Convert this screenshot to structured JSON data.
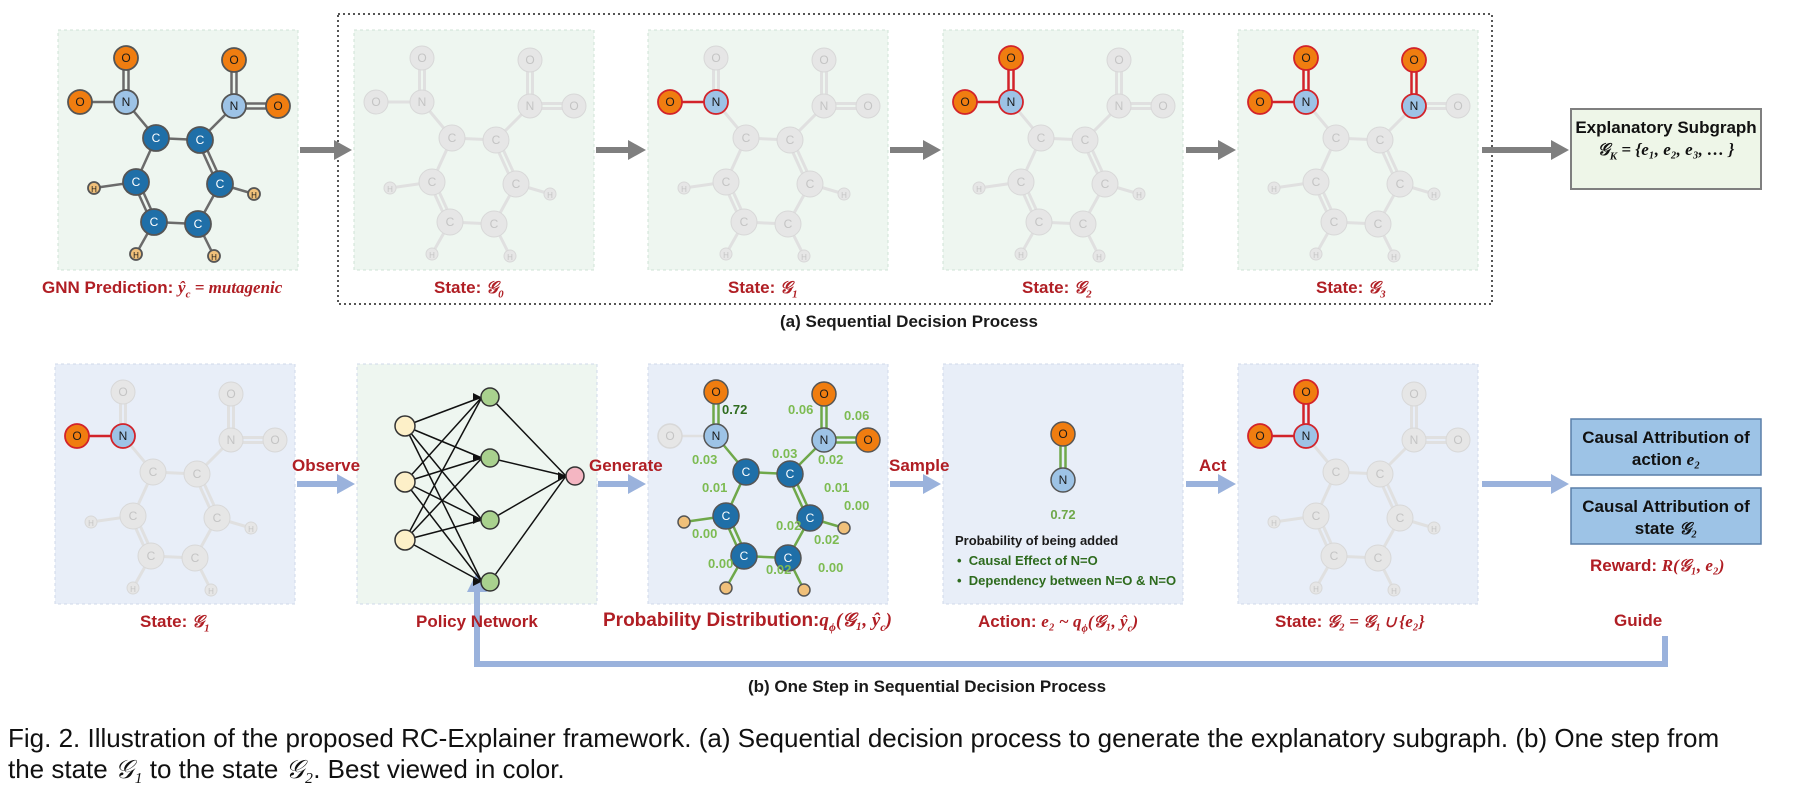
{
  "colors": {
    "oxygen": "#f07d10",
    "nitrogen": "#9dc3e6",
    "carbon": "#1f6fa8",
    "hydrogen": "#f0c07a",
    "faded": "#e6e6e6",
    "accent_red": "#b01e24",
    "edge_green": "#6fa84a",
    "arrow_gray": "#7f7f7f",
    "arrow_blue": "#9ab2dc",
    "panel_green": "#eef6f0",
    "panel_blue": "#e8eef8",
    "box_blue": "#9dc3e6",
    "box_green": "#eef6e8"
  },
  "atom_labels": {
    "O": "O",
    "N": "N",
    "C": "C",
    "H": "H"
  },
  "row_a": {
    "pred_label_text": "GNN Prediction: ",
    "pred_label_math": "ŷ",
    "pred_label_sub": "c",
    "pred_label_rest": " = mutagenic",
    "state_prefix": "State: ",
    "state_symbol": "𝒢",
    "states": [
      "0",
      "1",
      "2",
      "3"
    ],
    "explanatory_title": "Explanatory Subgraph",
    "explanatory_formula": "𝒢",
    "explanatory_sub": "K",
    "explanatory_set": " = {e₁, e₂, e₃, … }",
    "title": "(a) Sequential Decision Process"
  },
  "row_b": {
    "state1_label": "State: ",
    "state1_sub": "1",
    "observe": "Observe",
    "generate": "Generate",
    "sample": "Sample",
    "act": "Act",
    "guide": "Guide",
    "policy_network": "Policy Network",
    "prob_dist_text": "Probability Distribution:",
    "prob_dist_math": "q",
    "prob_dist_sub": "ϕ",
    "prob_dist_args": "(𝒢₁, ŷ",
    "prob_dist_args_sub": "c",
    "prob_dist_close": ")",
    "action_text": "Action: ",
    "action_math": "e₂ ~ q",
    "action_sub": "ϕ",
    "action_args": "(𝒢₁, ŷ",
    "action_args_sub": "c",
    "action_close": ")",
    "state2_text": "State: ",
    "state2_math": "𝒢₂ = 𝒢₁ ∪ {e₂}",
    "causal_action_line1": "Causal Attribution of",
    "causal_action_line2": "action ",
    "causal_action_math": "e₂",
    "causal_state_line1": "Causal Attribution of",
    "causal_state_line2": "state ",
    "causal_state_math": "𝒢₂",
    "reward_text": "Reward: ",
    "reward_math": "R(𝒢₁, e₂)",
    "prob_added_title": "Probability of being added",
    "prob_added_bullets": [
      "Causal Effect of N=O",
      "Dependency between N=O & N=O"
    ],
    "action_prob": "0.72",
    "edge_probs": [
      "0.72",
      "0.06",
      "0.06",
      "0.03",
      "0.03",
      "0.02",
      "0.01",
      "0.01",
      "0.00",
      "0.00",
      "0.02",
      "0.02",
      "0.00",
      "0.02",
      "0.00"
    ],
    "title": "(b) One Step in Sequential Decision Process"
  },
  "caption": {
    "text1": "Fig. 2. Illustration of the proposed RC-Explainer framework. (a) Sequential decision process to generate the explanatory subgraph. (b) One step from",
    "text2a": "the state ",
    "text2math": "𝒢₁",
    "text2b": " to the state ",
    "text2math2": "𝒢₂",
    "text2c": ". Best viewed in color."
  }
}
